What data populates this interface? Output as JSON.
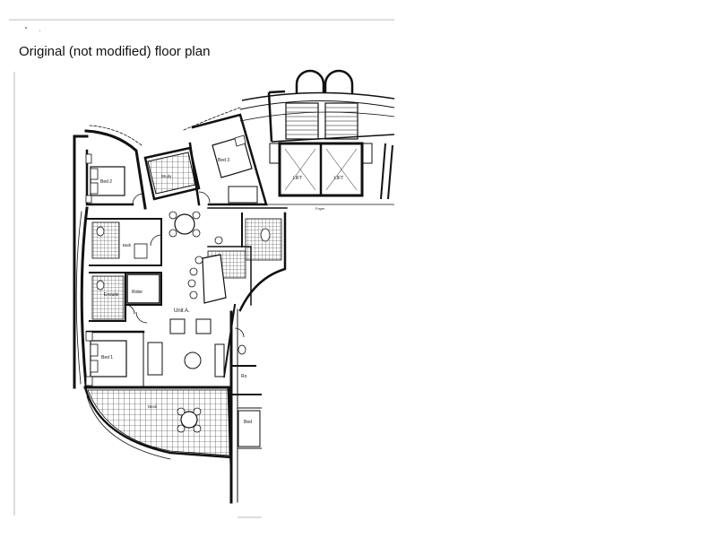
{
  "caption": "Original (not modified) floor plan",
  "rooms": {
    "bed2": "Bed 2",
    "bed3": "Bed 3",
    "bed1": "Bed 1",
    "bed4": "Bed",
    "robe": "Robe",
    "ensuite": "Ensuite",
    "bath": "Bath",
    "study": "Study",
    "deck": "Deck",
    "unit": "Unit A.",
    "lift1": "LIFT",
    "lift2": "LIFT",
    "foyer": "Foyer",
    "partial": "Ro"
  }
}
